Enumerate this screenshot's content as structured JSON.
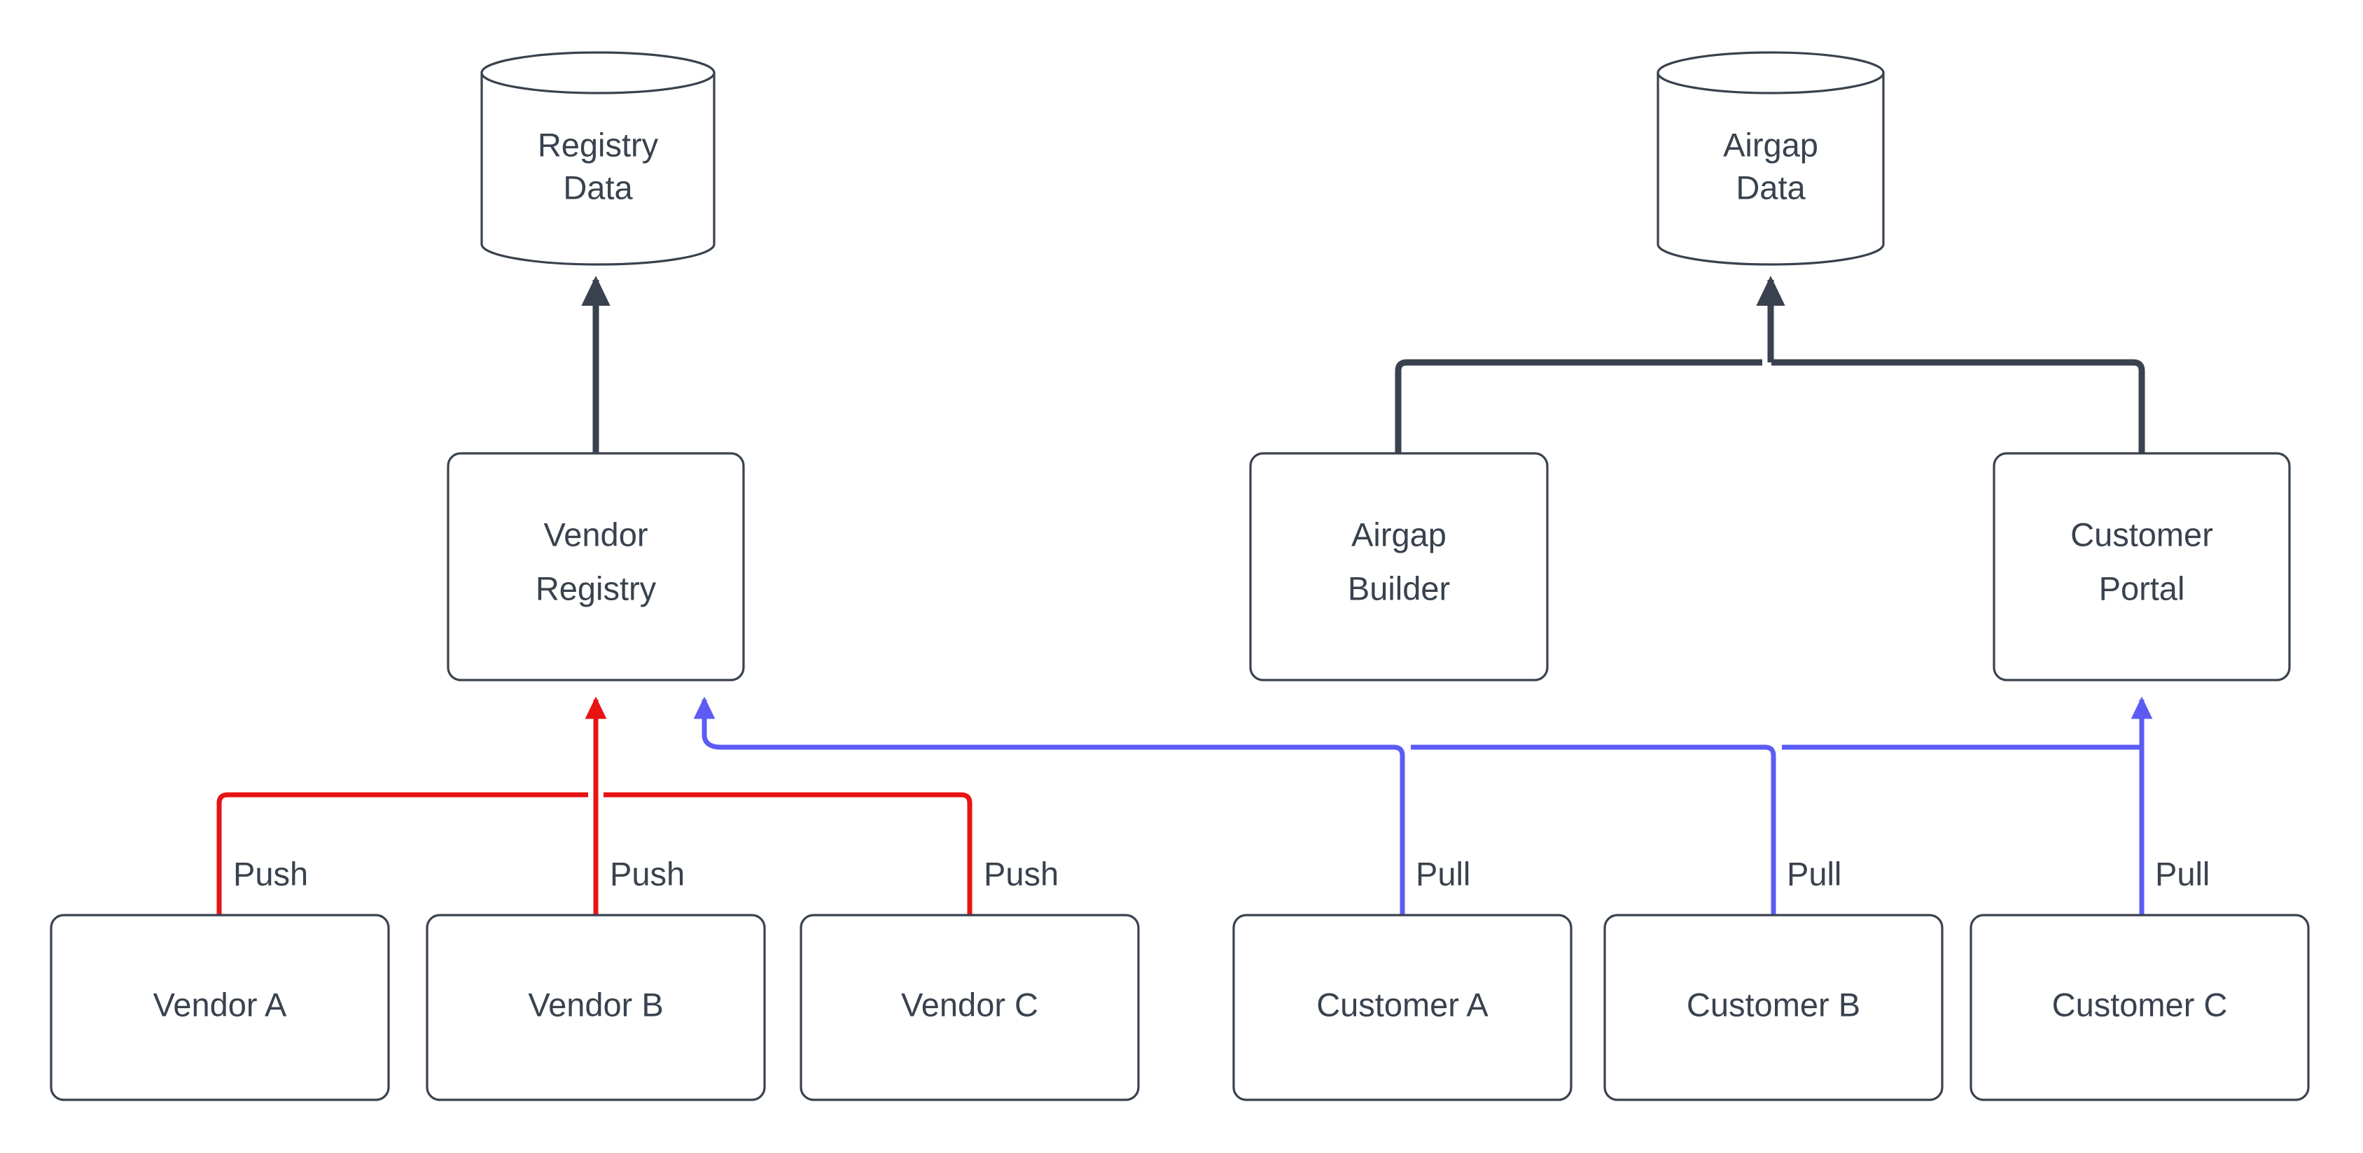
{
  "diagram": {
    "type": "flowchart",
    "background": "#ffffff",
    "colors": {
      "node_stroke": "#39424e",
      "node_fill": "#ffffff",
      "text": "#39424e",
      "push_edge": "#e81313",
      "pull_edge": "#5c5cf5",
      "default_edge": "#39424e"
    },
    "nodes": {
      "registry_data": {
        "label_line1": "Registry",
        "label_line2": "Data",
        "shape": "cylinder"
      },
      "airgap_data": {
        "label_line1": "Airgap",
        "label_line2": "Data",
        "shape": "cylinder"
      },
      "vendor_registry": {
        "label_line1": "Vendor",
        "label_line2": "Registry",
        "shape": "rounded-rect"
      },
      "airgap_builder": {
        "label_line1": "Airgap",
        "label_line2": "Builder",
        "shape": "rounded-rect"
      },
      "customer_portal": {
        "label_line1": "Customer",
        "label_line2": "Portal",
        "shape": "rounded-rect"
      },
      "vendor_a": {
        "label": "Vendor A",
        "shape": "rounded-rect"
      },
      "vendor_b": {
        "label": "Vendor B",
        "shape": "rounded-rect"
      },
      "vendor_c": {
        "label": "Vendor C",
        "shape": "rounded-rect"
      },
      "customer_a": {
        "label": "Customer A",
        "shape": "rounded-rect"
      },
      "customer_b": {
        "label": "Customer B",
        "shape": "rounded-rect"
      },
      "customer_c": {
        "label": "Customer C",
        "shape": "rounded-rect"
      }
    },
    "edge_labels": {
      "push_a": "Push",
      "push_b": "Push",
      "push_c": "Push",
      "pull_a": "Pull",
      "pull_b": "Pull",
      "pull_c": "Pull"
    },
    "edges": [
      {
        "from": "vendor_registry",
        "to": "registry_data",
        "color": "#39424e",
        "label": ""
      },
      {
        "from": "airgap_builder",
        "to": "airgap_data",
        "color": "#39424e",
        "label": ""
      },
      {
        "from": "customer_portal",
        "to": "airgap_data",
        "color": "#39424e",
        "label": ""
      },
      {
        "from": "vendor_a",
        "to": "vendor_registry",
        "color": "#e81313",
        "label": "Push"
      },
      {
        "from": "vendor_b",
        "to": "vendor_registry",
        "color": "#e81313",
        "label": "Push"
      },
      {
        "from": "vendor_c",
        "to": "vendor_registry",
        "color": "#e81313",
        "label": "Push"
      },
      {
        "from": "customer_a",
        "to": "customer_portal",
        "color": "#5c5cf5",
        "label": "Pull"
      },
      {
        "from": "customer_b",
        "to": "customer_portal",
        "color": "#5c5cf5",
        "label": "Pull"
      },
      {
        "from": "customer_c",
        "to": "customer_portal",
        "color": "#5c5cf5",
        "label": "Pull"
      },
      {
        "from": "customer_bus",
        "to": "vendor_registry",
        "color": "#5c5cf5",
        "label": ""
      }
    ]
  }
}
